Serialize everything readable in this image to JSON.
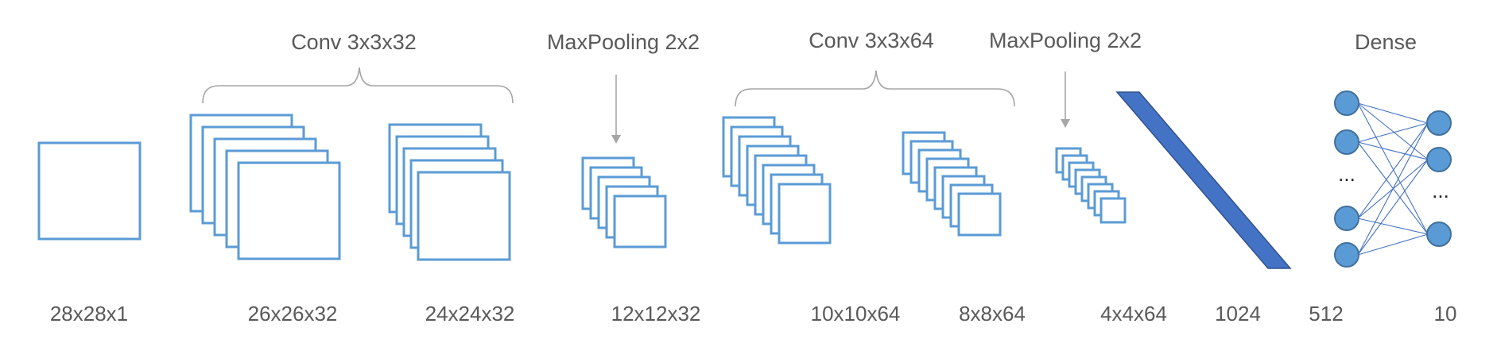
{
  "header_labels": {
    "conv1": "Conv 3x3x32",
    "pool1": "MaxPooling 2x2",
    "conv2": "Conv 3x3x64",
    "pool2": "MaxPooling 2x2",
    "dense": "Dense"
  },
  "dimension_labels": {
    "input": "28x28x1",
    "conv1a": "26x26x32",
    "conv1b": "24x24x32",
    "pool1": "12x12x32",
    "conv2a": "10x10x64",
    "conv2b": "8x8x64",
    "pool2": "4x4x64",
    "flatten": "1024",
    "dense1": "512",
    "dense2": "10"
  },
  "ellipsis": "...",
  "colors": {
    "feature_map_stroke": "#5B9BD5",
    "flatten_fill": "#4472C4",
    "node_fill": "#5B9BD5",
    "node_stroke": "#41719C",
    "annotation_gray": "#A6A6A6",
    "text_gray": "#595959"
  }
}
